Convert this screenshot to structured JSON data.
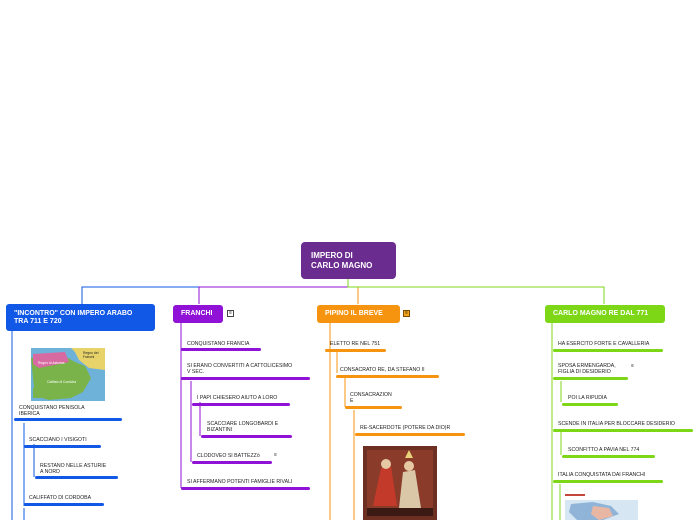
{
  "root": {
    "line1": "IMPERO DI",
    "line2": "CARLO MAGNO"
  },
  "colors": {
    "root": "#6b2c8f",
    "blue": "#1258e6",
    "purple": "#8f12d6",
    "orange": "#f7940f",
    "green": "#7dd717"
  },
  "icons": {
    "note": "notes-icon"
  },
  "branches": {
    "arabo": {
      "title_line1": "\"INCONTRO\" CON IMPERO ARABO",
      "title_line2": "TRA 711  E 720",
      "map_labels": {
        "a": "Regno di Asturias",
        "b": "Regno dei Franchi",
        "c": "Califato di Cordoba"
      },
      "items": [
        {
          "line1": "CONQUISTANO PENISOLA",
          "line2": "IBERICA"
        },
        {
          "line1": "SCACCIANO I VISIGOTI"
        },
        {
          "line1": "RESTANO NELLE ASTURIE",
          "line2": "A NORD"
        },
        {
          "line1": "CALIFFATO DI CORDOBA"
        }
      ]
    },
    "franchi": {
      "title": "FRANCHI",
      "items": [
        {
          "line1": "CONQUISTANO FRANCIA"
        },
        {
          "line1": "SI ERANO CONVERTITI A CATTOLICESIMO",
          "line2": "V SEC."
        },
        {
          "line1": "I PAPI CHIESERO AIUTO A LORO"
        },
        {
          "line1": "SCACCIARE LONGOBARDI E",
          "line2": "BIZANTINI"
        },
        {
          "line1": "CLODOVEO SI BATTEZZò"
        },
        {
          "line1": "SI AFFERMANO POTENTI FAMIGLIE RIVALI"
        }
      ]
    },
    "pipino": {
      "title": "PIPINO IL BREVE",
      "items": [
        {
          "line1": "ELETTO RE NEL 751"
        },
        {
          "line1": "CONSACRATO RE, DA STEFANO II"
        },
        {
          "line1": "CONSACRAZION",
          "line2": "E"
        },
        {
          "line1": "RE-SACERDOTE (POTERE DA DIO)R"
        }
      ]
    },
    "carlo": {
      "title": "CARLO MAGNO RE DAL 771",
      "items": [
        {
          "line1": "HA ESERCITO FORTE E CAVALLERIA"
        },
        {
          "line1": "SPOSA ERMENGARDA,",
          "line2": "FIGLIA DI DESIDERIO"
        },
        {
          "line1": "POI LA RIPUDIA"
        },
        {
          "line1": "SCENDE IN ITALIA PER BLOCCARE DESIDERIO"
        },
        {
          "line1": "SCONFITTO A PAVIA NEL 774"
        },
        {
          "line1": "ITALIA CONQUISTATA DAI FRANCHI"
        }
      ]
    }
  }
}
